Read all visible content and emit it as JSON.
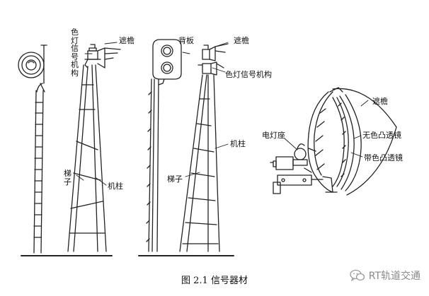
{
  "figure": {
    "labels": {
      "color_light_mechanism_left": "色灯信号机构",
      "eave_left": "遮檐",
      "back_plate": "背板",
      "eave_right": "遮檐",
      "color_light_mechanism_right": "色灯信号机构",
      "post_right": "机柱",
      "ladder_left": "梯子",
      "post_left": "机柱",
      "ladder_right": "梯子",
      "eave_detail": "遮檐",
      "lamp_socket": "电灯座",
      "clear_convex_lens": "无色凸透镜",
      "colored_convex_lens": "带色凸透镜"
    },
    "caption": "图 2.1  信号器材"
  },
  "watermark": {
    "text": "RT轨道交通",
    "icon": "wechat-icon"
  }
}
